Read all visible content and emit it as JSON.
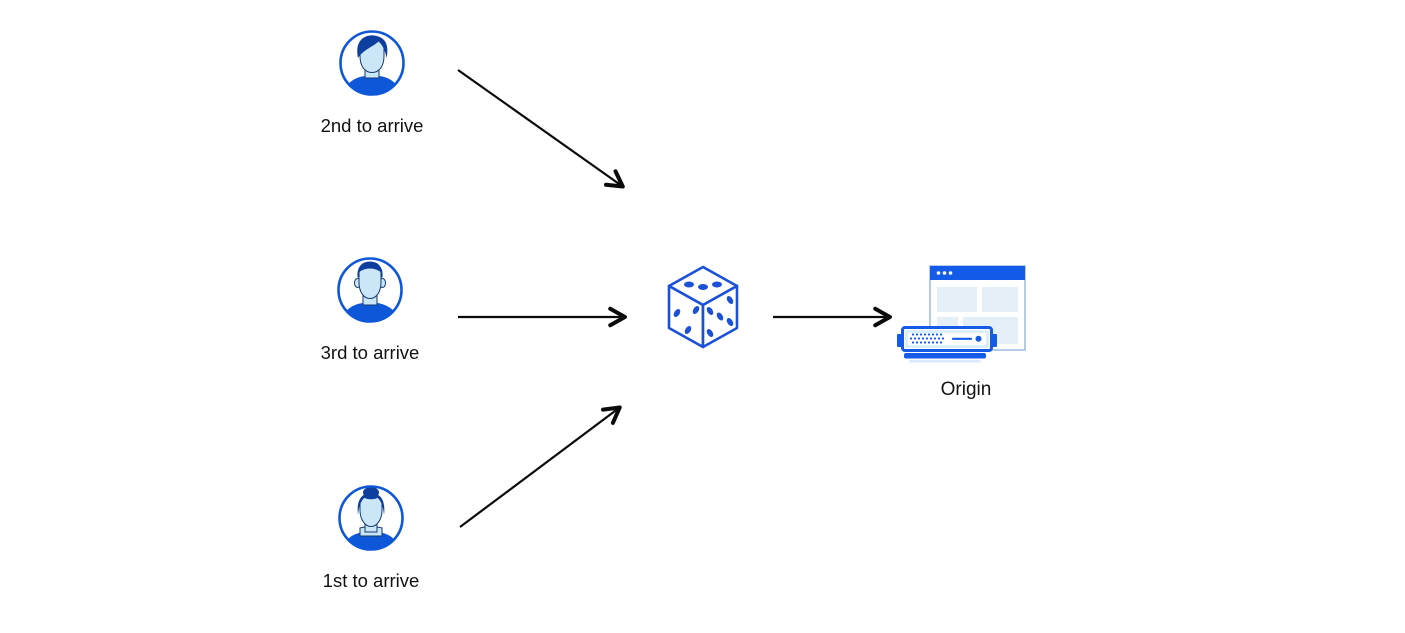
{
  "diagram": {
    "clients": [
      {
        "label": "2nd to arrive",
        "icon": "user-avatar-man-swoop-icon"
      },
      {
        "label": "3rd to arrive",
        "icon": "user-avatar-man-short-icon"
      },
      {
        "label": "1st to arrive",
        "icon": "user-avatar-woman-bun-icon"
      }
    ],
    "selector": {
      "icon": "dice-icon"
    },
    "origin": {
      "label": "Origin",
      "icons": [
        "browser-window-icon",
        "server-icon"
      ]
    },
    "connections": [
      {
        "from": "2nd to arrive",
        "to": "dice"
      },
      {
        "from": "3rd to arrive",
        "to": "dice"
      },
      {
        "from": "1st to arrive",
        "to": "dice"
      },
      {
        "from": "dice",
        "to": "Origin"
      }
    ],
    "colors": {
      "primary_blue": "#0E57D9",
      "dark_blue": "#0E3F9E",
      "face_light_blue": "#CBE6F7",
      "face_outline": "#123A6E",
      "panel_blue": "#E5EFF8",
      "window_border": "#A3C0DF",
      "inset_light_blue": "#D6ECFB",
      "arrow_black": "#0B0B0B",
      "text": "#121212"
    }
  }
}
